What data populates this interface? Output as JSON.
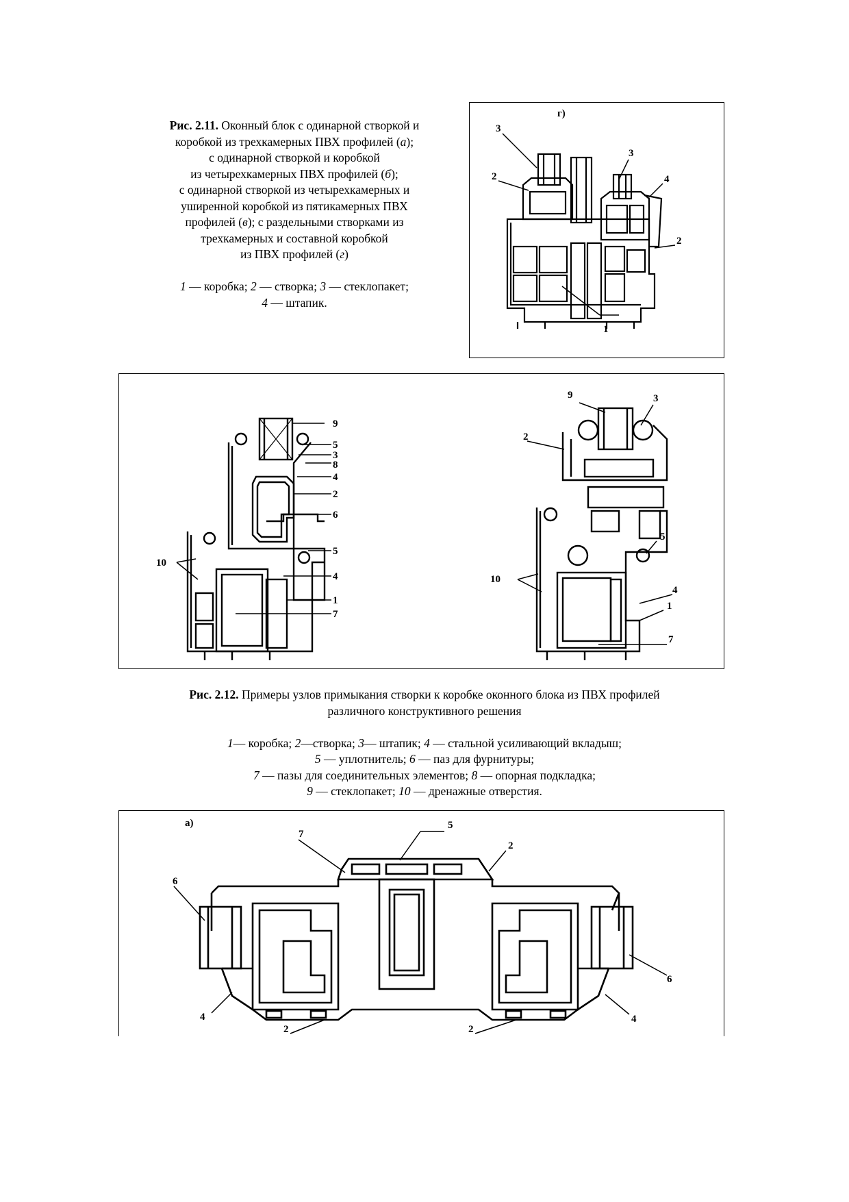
{
  "fig211": {
    "prefix": "Рис. 2.11.",
    "lines": [
      "Оконный блок с одинарной створкой и",
      "коробкой из трехкамерных ПВХ профилей (",
      "с одинарной створкой и коробкой",
      "из четырехкамерных ПВХ профилей (",
      "с одинарной створкой из четырехкамерных и",
      "уширенной коробкой из пятикамерных ПВХ",
      "профилей (",
      "); с раздельными створками из",
      "трехкамерных и составной коробкой",
      "из ПВХ профилей ("
    ],
    "letters": [
      "а",
      "б",
      "в",
      "г"
    ],
    "closers": ");",
    "closer_end": ")",
    "legend_nums": [
      "1",
      "2",
      "3",
      "4"
    ],
    "legend_terms": [
      "коробка;",
      "створка;",
      "стеклопакет;",
      "штапик."
    ],
    "dash": "—",
    "panel_label": "г)",
    "labels": [
      "3",
      "2",
      "3",
      "4",
      "2",
      "1"
    ]
  },
  "fig212": {
    "prefix": "Рис. 2.12.",
    "line1": "Примеры узлов примыкания створки к коробке оконного блока из ПВХ профилей",
    "line2": "различного конструктивного решения",
    "legend_nums": [
      "1",
      "2",
      "3",
      "4",
      "5",
      "6",
      "7",
      "8",
      "9",
      "10"
    ],
    "legend_terms": [
      "коробка;",
      "створка;",
      "штапик;",
      "стальной усиливающий вкладыш;",
      "уплотнитель;",
      "паз для фурнитуры;",
      "пазы для соединительных элементов;",
      "опорная подкладка;",
      "стеклопакет;",
      "дренажные отверстия."
    ],
    "left_labels": [
      "9",
      "5",
      "3",
      "8",
      "4",
      "2",
      "6",
      "5",
      "10",
      "4",
      "1",
      "7"
    ],
    "right_labels": [
      "9",
      "3",
      "2",
      "5",
      "10",
      "4",
      "1",
      "7"
    ]
  },
  "fig_bottom": {
    "panel_label": "а)",
    "labels": [
      "7",
      "5",
      "2",
      "6",
      "6",
      "4",
      "4",
      "2",
      "2"
    ]
  }
}
